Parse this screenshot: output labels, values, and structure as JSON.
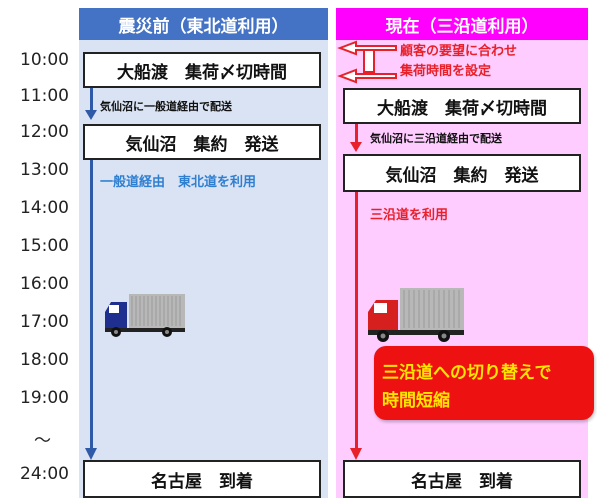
{
  "columns": {
    "left_header": "震災前（東北道利用）",
    "right_header": "現在（三沿道利用）"
  },
  "times": [
    "10:00",
    "11:00",
    "12:00",
    "13:00",
    "14:00",
    "15:00",
    "16:00",
    "17:00",
    "18:00",
    "19:00",
    "～",
    "24:00"
  ],
  "left": {
    "box_ofunato": "大船渡　集荷〆切時間",
    "note_route": "気仙沼に一般道経由で配送",
    "box_kesennuma": "気仙沼　集約　発送",
    "route_text": "一般道経由　東北道を利用",
    "box_nagoya": "名古屋　到着"
  },
  "right": {
    "callout": [
      "顧客の要望に合わせ",
      "集荷時間を設定"
    ],
    "box_ofunato": "大船渡　集荷〆切時間",
    "note_route": "気仙沼に三沿道経由で配送",
    "box_kesennuma": "気仙沼　集約　発送",
    "route_text": "三沿道を利用",
    "highlight": [
      "三沿道への切り替えで",
      "時間短縮"
    ],
    "box_nagoya": "名古屋　到着"
  },
  "colors": {
    "left_header_bg": "#4472c4",
    "left_col_bg": "#dae3f3",
    "right_header_bg": "#ff00ff",
    "right_col_bg": "#ffccff",
    "accent_red": "#e8202a"
  }
}
